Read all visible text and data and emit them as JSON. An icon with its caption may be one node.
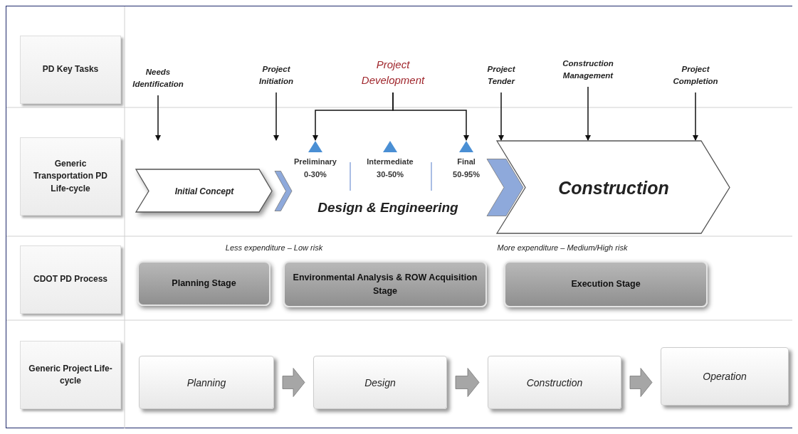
{
  "diagram": {
    "nodes": [
      {
        "text": [
          "PD Key Tasks"
        ]
      },
      {
        "text": [
          "Generic Transportation PD Life-cycle"
        ]
      },
      {
        "text": [
          "CDOT PD Process"
        ]
      },
      {
        "text": [
          "Generic Project Life-cycle"
        ]
      },
      {
        "text": [
          "Needs Identification"
        ]
      },
      {
        "text": [
          "Project Initiation"
        ]
      },
      {
        "text": [
          "Project Development"
        ]
      },
      {
        "text": [
          "Project Tender"
        ]
      },
      {
        "text": [
          "Construction Management"
        ]
      },
      {
        "text": [
          "Project Completion"
        ]
      },
      {
        "text": [
          "Initial Concept"
        ]
      },
      {
        "text": [
          "Preliminary",
          "0-30%"
        ]
      },
      {
        "text": [
          "Intermediate",
          "30-50%"
        ]
      },
      {
        "text": [
          "Final",
          "50-95%"
        ]
      },
      {
        "text": [
          "Construction"
        ]
      },
      {
        "text": [
          "Planning Stage"
        ]
      },
      {
        "text": [
          "Environmental Analysis & ROW Acquisition Stage"
        ]
      },
      {
        "text": [
          "Execution Stage"
        ]
      },
      {
        "text": [
          "Planning"
        ]
      },
      {
        "text": [
          "Design"
        ]
      },
      {
        "text": [
          "Construction"
        ]
      },
      {
        "text": [
          "Operation"
        ]
      }
    ],
    "edges": [
      {
        "from": 4,
        "to": null,
        "arrow": "to"
      },
      {
        "from": 5,
        "to": null,
        "arrow": "to"
      },
      {
        "from": 6,
        "to": 11,
        "arrow": "to"
      },
      {
        "from": 6,
        "to": 13,
        "arrow": "to"
      },
      {
        "from": 7,
        "to": 14,
        "arrow": "to"
      },
      {
        "from": 8,
        "to": 14,
        "arrow": "to"
      },
      {
        "from": 9,
        "to": 14,
        "arrow": "to"
      },
      {
        "from": 10,
        "to": 11,
        "arrow": "to",
        "style": "thick",
        "color": "#8ea9db"
      },
      {
        "from": 13,
        "to": 14,
        "arrow": "to",
        "style": "thick",
        "color": "#8ea9db"
      },
      {
        "from": 18,
        "to": 19,
        "arrow": "to",
        "style": "thick",
        "color": "#a6a6a6"
      },
      {
        "from": 19,
        "to": 20,
        "arrow": "to",
        "style": "thick",
        "color": "#a6a6a6"
      },
      {
        "from": 20,
        "to": 21,
        "arrow": "to",
        "style": "thick",
        "color": "#a6a6a6"
      }
    ],
    "labels": [
      "Design & Engineering",
      "Less expenditure – Low risk",
      "More expenditure – Medium/High risk"
    ]
  }
}
